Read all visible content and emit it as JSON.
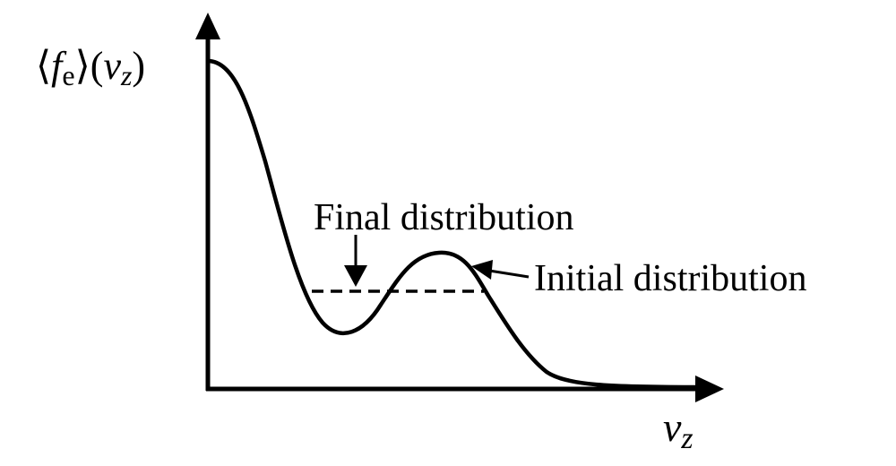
{
  "diagram": {
    "y_axis_label": {
      "open": "⟨",
      "f": "f",
      "sub_e": "e",
      "close": "⟩",
      "paren_open": "(",
      "v": "v",
      "sub_z": "z",
      "paren_close": ")"
    },
    "x_axis_label": {
      "v": "v",
      "sub_z": "z"
    },
    "final_label": "Final distribution",
    "initial_label": "Initial distribution",
    "colors": {
      "ink": "#000000",
      "background": "#ffffff"
    }
  }
}
